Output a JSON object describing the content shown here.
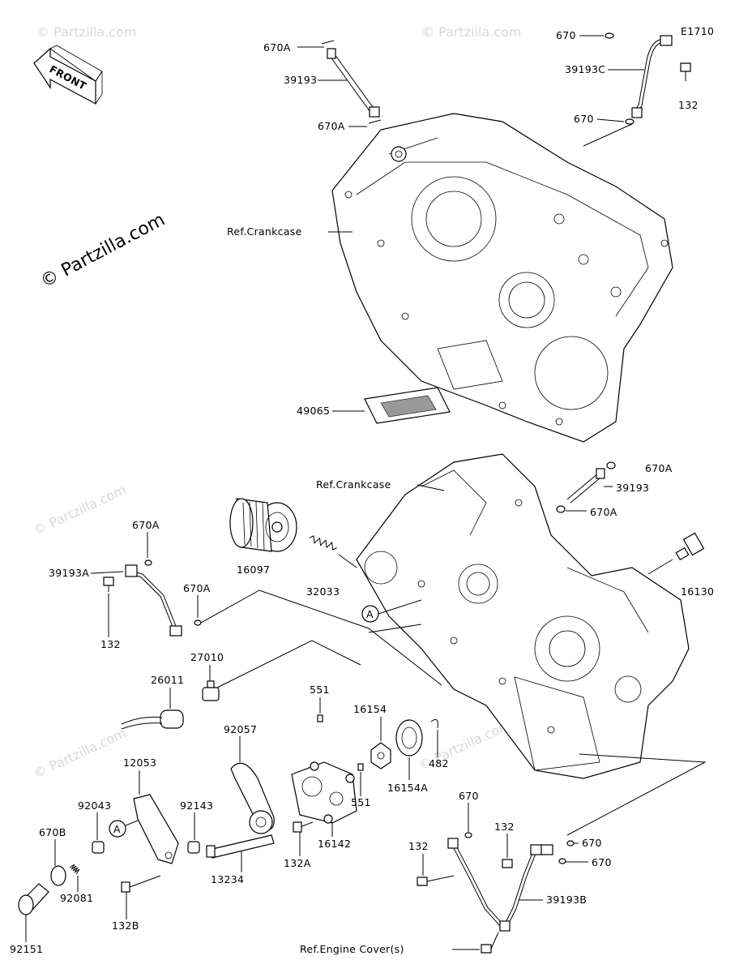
{
  "watermark": {
    "main": "© Partzilla.com",
    "faint": "© Partzilla.com"
  },
  "front_badge": "FRONT",
  "labels": {
    "p670A_top1": "670A",
    "p39193_top": "39193",
    "p670A_top2": "670A",
    "p670_tr1": "670",
    "pE1710": "E1710",
    "p39193C": "39193C",
    "p132_tr": "132",
    "p670_tr2": "670",
    "ref_crankcase_top": "Ref.Crankcase",
    "p49065": "49065",
    "ref_crankcase_mid": "Ref.Crankcase",
    "p670A_r1": "670A",
    "p39193_r": "39193",
    "p670A_r2": "670A",
    "p16130": "16130",
    "p16097": "16097",
    "p32033": "32033",
    "p670A_l1": "670A",
    "p39193A": "39193A",
    "p670A_l2": "670A",
    "p132_l": "132",
    "ref_A_mid": "A",
    "p27010": "27010",
    "p26011": "26011",
    "p551_a": "551",
    "p16154": "16154",
    "p92057": "92057",
    "p12053": "12053",
    "p482": "482",
    "p16154A": "16154A",
    "p551_b": "551",
    "p92043": "92043",
    "ref_A_low": "A",
    "p92143": "92143",
    "p670_br1": "670",
    "p132_br1": "132",
    "p670B": "670B",
    "p16142": "16142",
    "p132A": "132A",
    "p670_br2": "670",
    "p670_br3": "670",
    "p132_br2": "132",
    "p13234": "13234",
    "p92081": "92081",
    "p39193B": "39193B",
    "p132B": "132B",
    "p92151": "92151",
    "ref_engine_cover": "Ref.Engine Cover(s)"
  }
}
